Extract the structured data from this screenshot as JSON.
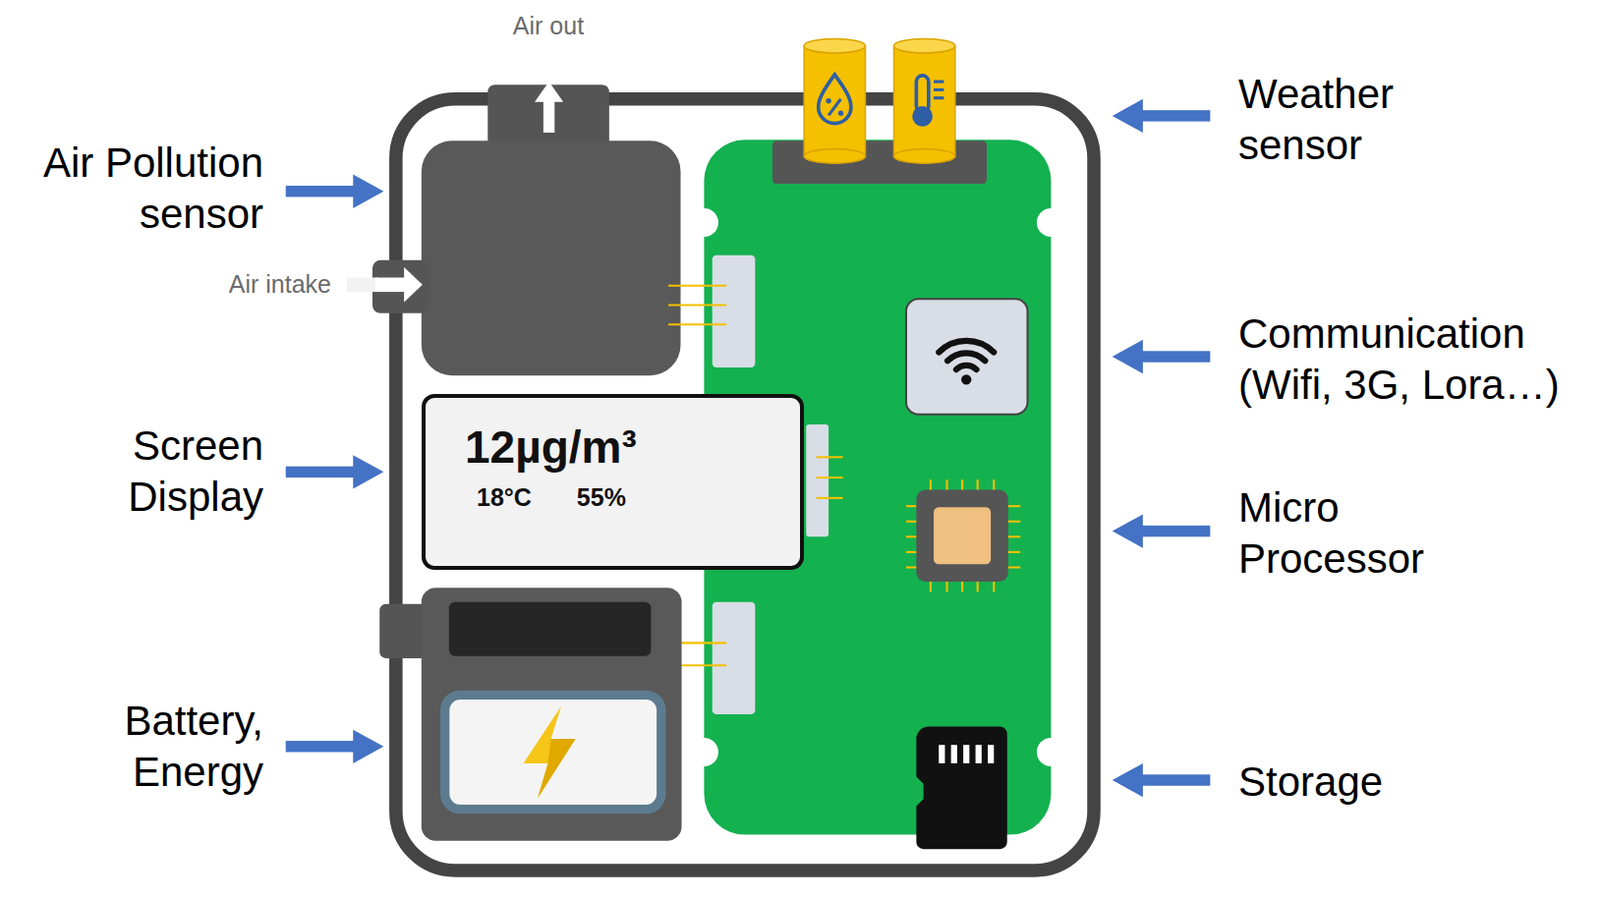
{
  "diagram": {
    "nodes": [
      {
        "text": [
          "12µg/m³",
          "18°C",
          "55%"
        ]
      }
    ],
    "labels": [
      "Air out",
      "Weather sensor",
      "Air Pollution sensor",
      "Air intake",
      "Communication (Wifi, 3G, Lora…)",
      "Screen Display",
      "Micro Processor",
      "Battery, Energy",
      "Storage"
    ]
  }
}
